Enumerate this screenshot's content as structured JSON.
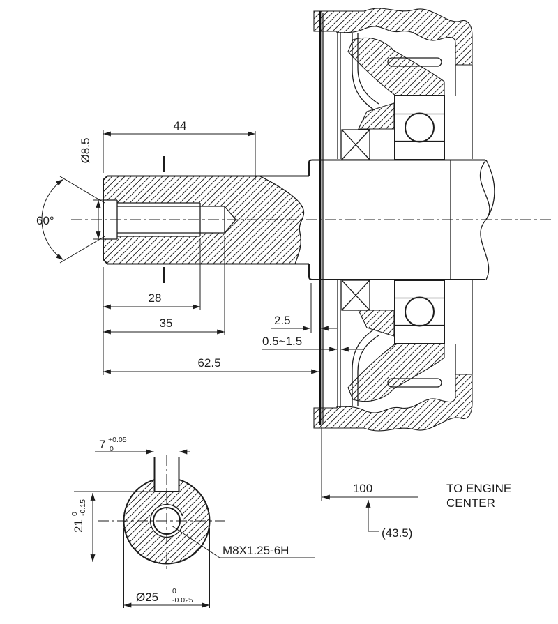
{
  "meta": {
    "type": "engineering-section-drawing",
    "background": "#ffffff",
    "line_color": "#1c1c1c"
  },
  "side_view": {
    "dims": {
      "shaft_length": "44",
      "countersink_dia": "Ø8.5",
      "countersink_angle": "60°",
      "thread_depth": "28",
      "bore_depth": "35",
      "overall_length": "62.5",
      "step_clearance": "2.5",
      "seal_clearance": "0.5~1.5"
    }
  },
  "mounting_note": {
    "distance": "100",
    "label_line1": "TO ENGINE",
    "label_line2": "CENTER",
    "reference": "(43.5)"
  },
  "end_view": {
    "keyway_width": "7",
    "keyway_width_tol_upper": "+0.05",
    "keyway_width_tol_lower": "0",
    "keyway_flat": "21",
    "keyway_flat_tol_upper": "0",
    "keyway_flat_tol_lower": "-0.15",
    "thread_callout": "M8X1.25-6H",
    "shaft_dia": "Ø25",
    "shaft_dia_tol_upper": "0",
    "shaft_dia_tol_lower": "-0.025"
  }
}
